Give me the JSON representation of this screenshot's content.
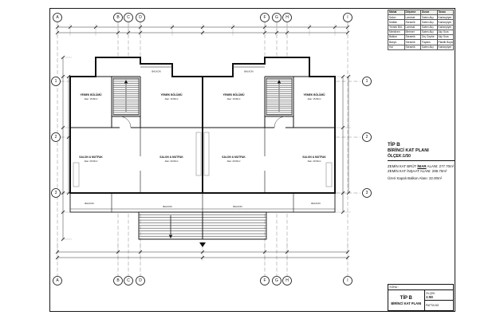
{
  "axes": {
    "top": [
      "A",
      "B",
      "C",
      "D",
      "F",
      "G",
      "H",
      "I"
    ],
    "bottom": [
      "A",
      "B",
      "C",
      "D",
      "F",
      "G",
      "H",
      "I"
    ],
    "left": [
      "1",
      "2",
      "3"
    ],
    "right": [
      "1",
      "2",
      "3"
    ]
  },
  "plan": {
    "rooms": [
      {
        "label": "YEMEK BÖLÜMÜ",
        "area": "Alan: 15.80m²"
      },
      {
        "label": "YEMEK BÖLÜMÜ",
        "area": "Alan: 15.80m²"
      },
      {
        "label": "YEMEK BÖLÜMÜ",
        "area": "Alan: 15.80m²"
      },
      {
        "label": "YEMEK BÖLÜMÜ",
        "area": "Alan: 15.80m²"
      },
      {
        "label": "SALON & MUTFAK",
        "area": "Alan: 29.60m²"
      },
      {
        "label": "SALON & MUTFAK",
        "area": "Alan: 29.60m²"
      },
      {
        "label": "SALON & MUTFAK",
        "area": "Alan: 29.60m²"
      },
      {
        "label": "SALON & MUTFAK",
        "area": "Alan: 29.60m²"
      }
    ],
    "balconies": {
      "top": [
        "BALKON",
        "BALKON"
      ],
      "bottom": [
        "BALKON",
        "BALKON",
        "BALKON",
        "BALKON"
      ]
    }
  },
  "notes": {
    "type": "TİP B",
    "plan_name": "BİRİNCİ KAT PLANI",
    "scale": "ÖLÇEK:1/50",
    "area1_pre": "ZEMİN KAT BRÜT ",
    "area1_u": "İMAR",
    "area1_post": " ALANI: 277.70m²",
    "area2": "ZEMİN KAT İNŞAAT ALANI: 299.70m²",
    "area3": "Üzeri Kapalı Balkon Alanı:  22.00m²"
  },
  "schedule": {
    "headers": [
      "Mahal",
      "Döşeme",
      "Duvar",
      "Tavan"
    ],
    "rows": [
      [
        "Salon",
        "Laminat",
        "Saten Alçı",
        "Kartonpiyer"
      ],
      [
        "Mutfak",
        "Seramik",
        "Saten Alçı",
        "Kartonpiyer"
      ],
      [
        "Yemek Böl.",
        "Laminat",
        "Saten Alçı",
        "Kartonpiyer"
      ],
      [
        "Merdiven",
        "Mermer",
        "Saten Alçı",
        "Alçı Sıva"
      ],
      [
        "Balkon",
        "Seramik",
        "Dış Cephe",
        "Alçı Sıva"
      ],
      [
        "Banyo",
        "Seramik",
        "Fayans",
        "Plastik Boya"
      ],
      [
        "Hol",
        "Seramik",
        "Saten Alçı",
        "Kartonpiyer"
      ]
    ]
  },
  "titleblock": {
    "konu_label": "KONU :",
    "type": "TİP B",
    "plan_name": "BİRİNCİ KAT PLANI",
    "scale_label": "ÖLÇEK",
    "scale_value": "1:50",
    "sheet_label": "PAFTA NO"
  },
  "colors": {
    "line": "#111111",
    "grid": "#888888",
    "paper": "#ffffff"
  }
}
